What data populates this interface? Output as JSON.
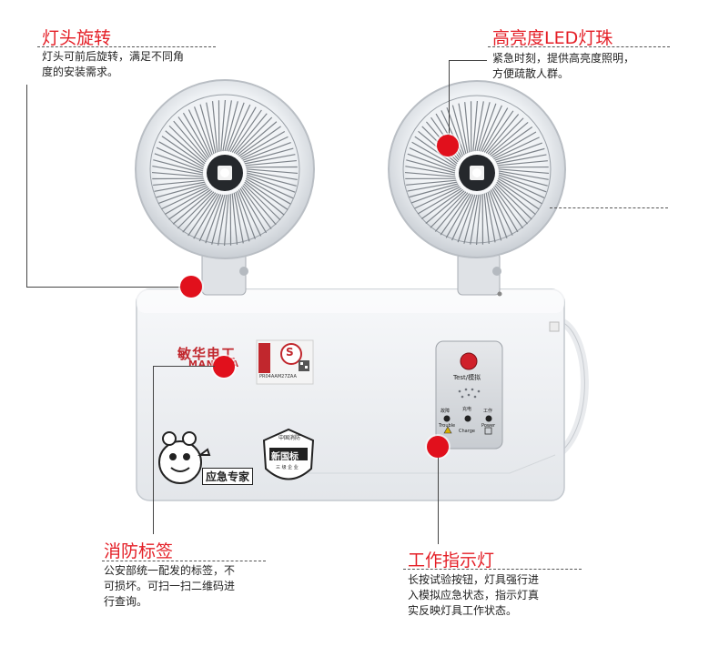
{
  "callouts": {
    "head_rotation": {
      "title": "灯头旋转",
      "line1": "灯头可前后旋转，满足不同角",
      "line2": "度的安装需求。"
    },
    "led": {
      "title": "高亮度LED灯珠",
      "line1": "紧急时刻，提供高亮度照明，",
      "line2": "方便疏散人群。"
    },
    "label": {
      "title": "消防标签",
      "line1": "公安部统一配发的标签，不",
      "line2": "可损坏。可扫一扫二维码进",
      "line3": "行查询。"
    },
    "indicator": {
      "title": "工作指示灯",
      "line1": "长按试验按钮，灯具强行进",
      "line2": "入模拟应急状态，指示灯真",
      "line3": "实反映灯具工作状态。"
    }
  },
  "product": {
    "brand_cn": "敏华电工",
    "brand_en": "MANHUA",
    "label_code": "PR04AAM27ZAA",
    "label_stamp": "S",
    "test_label": "Test/模拟",
    "ind_trouble_cn": "故障",
    "ind_charge_cn": "充电",
    "ind_power_cn": "工作",
    "ind_trouble_en": "Trouble",
    "ind_charge_en": "Charge",
    "ind_power_en": "Power",
    "cert_top": "中国消防",
    "cert_main": "新国标",
    "cert_sub": "三 级 企 业",
    "mascot_text": "应急专家"
  },
  "colors": {
    "accent_red": "#e41e26",
    "dot_red": "#e1101c"
  }
}
